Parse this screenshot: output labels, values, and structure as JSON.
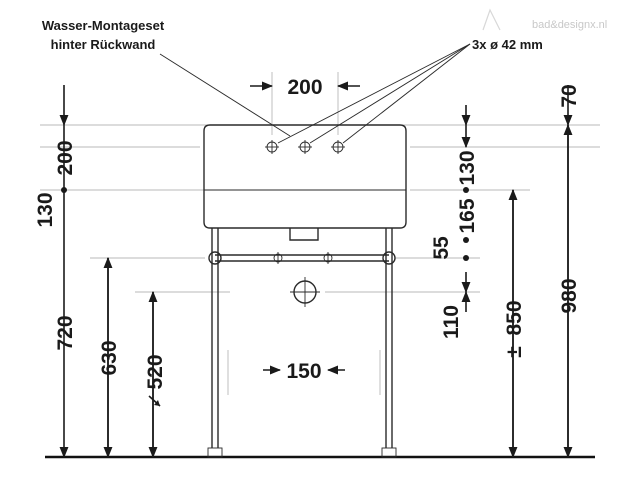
{
  "watermark": "bad&designx.nl",
  "notes": {
    "mounting_line1": "Wasser-Montageset",
    "mounting_line2": "hinter Rückwand",
    "holes": "3x ø 42 mm"
  },
  "dimensions": {
    "top_hole_spacing": "200",
    "bottom_spacing": "150",
    "top_offset": "70",
    "left_200": "200",
    "left_130": "130",
    "left_720": "720",
    "left_630": "630",
    "left_520": "520",
    "right_130": "130",
    "right_165": "165",
    "right_55": "55",
    "right_110": "110",
    "right_850": "850",
    "right_980": "980"
  }
}
